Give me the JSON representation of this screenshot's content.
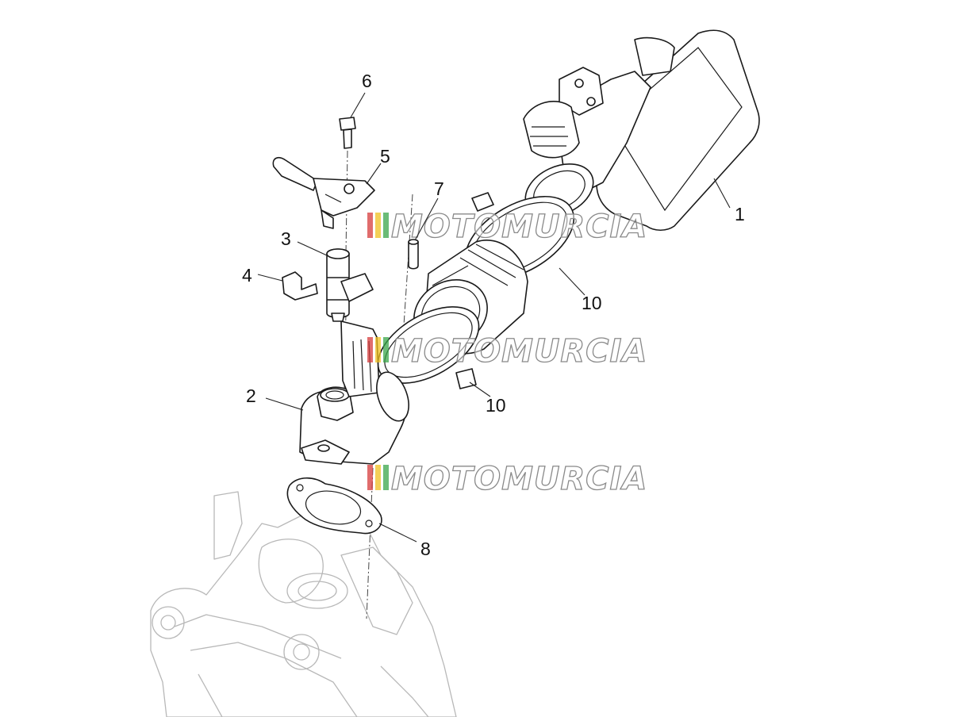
{
  "callouts": [
    "1",
    "2",
    "3",
    "4",
    "5",
    "6",
    "7",
    "8",
    "10",
    "10"
  ],
  "watermark": {
    "text": "MOTOMURCIA",
    "colors": [
      "#d63b3b",
      "#f0c020",
      "#3aa64a"
    ]
  },
  "colors": {
    "line": "#1a1a1a",
    "engine_ghost": "#b8b8b8"
  }
}
